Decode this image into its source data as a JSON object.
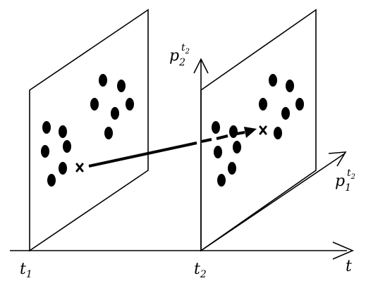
{
  "labels": {
    "t1": {
      "base": "t",
      "sub": "1"
    },
    "t2": {
      "base": "t",
      "sub": "2"
    },
    "t": "t",
    "p2t2": {
      "base": "p",
      "sub": "2",
      "sup": "t",
      "supsub": "2"
    },
    "p1t2": {
      "base": "p",
      "sub": "1",
      "sup": "t",
      "supsub": "2"
    }
  },
  "icons": {
    "cross": "x-mark-icon"
  },
  "colors": {
    "ink": "#000000",
    "background": "#ffffff"
  }
}
